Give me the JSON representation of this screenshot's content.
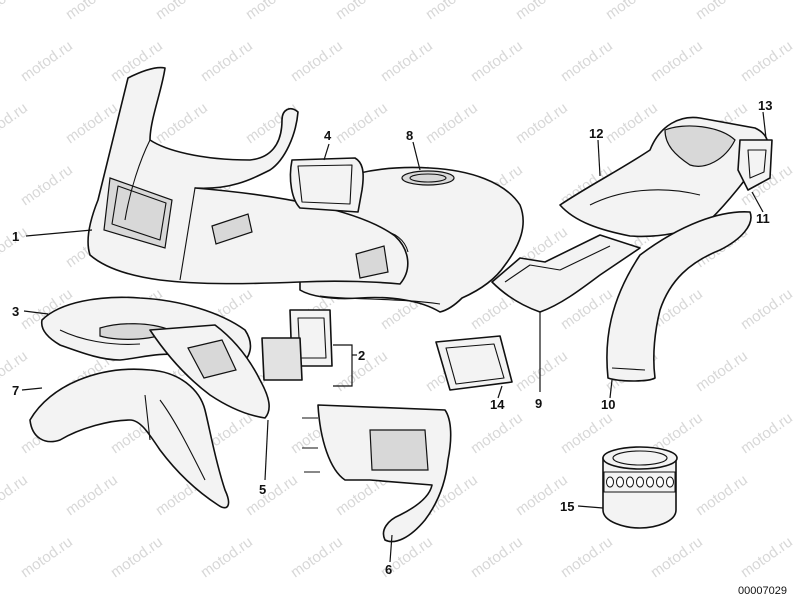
{
  "watermark": "motod.ru",
  "document_number": "00007029",
  "callouts": [
    {
      "id": "1",
      "label": "1"
    },
    {
      "id": "2",
      "label": "2"
    },
    {
      "id": "3",
      "label": "3"
    },
    {
      "id": "4",
      "label": "4"
    },
    {
      "id": "5",
      "label": "5"
    },
    {
      "id": "6",
      "label": "6"
    },
    {
      "id": "7",
      "label": "7"
    },
    {
      "id": "8",
      "label": "8"
    },
    {
      "id": "9",
      "label": "9"
    },
    {
      "id": "10",
      "label": "10"
    },
    {
      "id": "11",
      "label": "11"
    },
    {
      "id": "12",
      "label": "12"
    },
    {
      "id": "13",
      "label": "13"
    },
    {
      "id": "14",
      "label": "14"
    },
    {
      "id": "15",
      "label": "15"
    }
  ]
}
